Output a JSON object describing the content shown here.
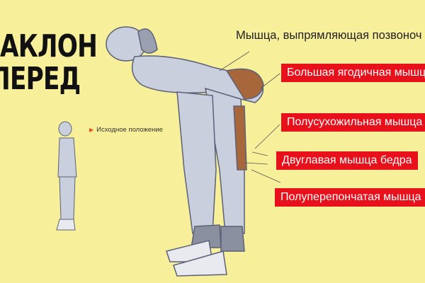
{
  "title": {
    "line1": "АКЛОН",
    "line2": "ПЕРЕД"
  },
  "labels": {
    "erector": "Мышца, выпрямляющая позвоноч",
    "gluteus": "Большая ягодичная мышц",
    "semitendinosus": "Полусухожильная мышца",
    "biceps_femoris": "Двуглавая мышца бедра",
    "semimembranosus": "Полуперепончатая мышца"
  },
  "start_position": {
    "label": "Исходное положение",
    "icon": "triangle-right-icon"
  },
  "colors": {
    "background": "#f8ef9a",
    "tag": "#e8101a",
    "accent": "#e2541a"
  }
}
